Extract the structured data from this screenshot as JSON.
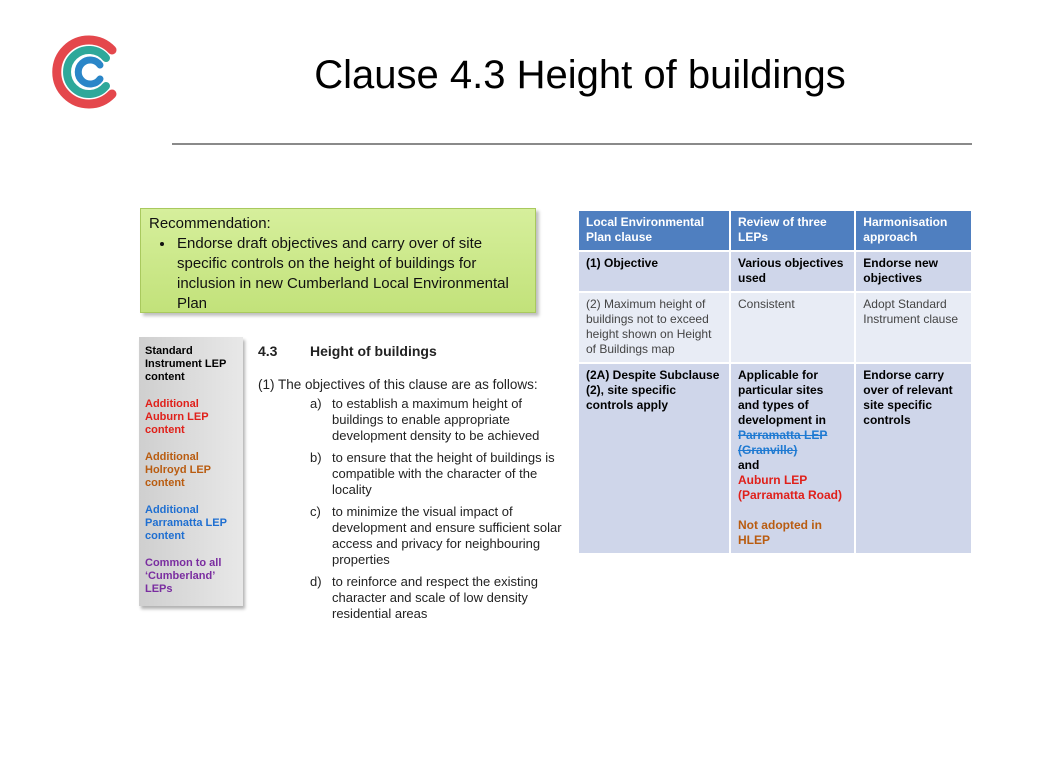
{
  "slide": {
    "title": "Clause 4.3 Height of buildings",
    "logo_colors": [
      "#e4474c",
      "#2ea89a",
      "#2a86c8"
    ]
  },
  "recommendation": {
    "heading": "Recommendation:",
    "bullets": [
      "Endorse draft objectives and carry over of site specific controls on the height of buildings for inclusion in new Cumberland Local Environmental Plan"
    ]
  },
  "legend": {
    "items": [
      {
        "label": "Standard Instrument LEP content",
        "color": "#000000"
      },
      {
        "label": "Additional Auburn LEP content",
        "color": "#e0201a"
      },
      {
        "label": "Additional Holroyd LEP content",
        "color": "#b95c10"
      },
      {
        "label": "Additional Parramatta LEP content",
        "color": "#1f6fd1"
      },
      {
        "label": "Common to all ‘Cumberland’ LEPs",
        "color": "#7a2da0"
      }
    ]
  },
  "clause": {
    "number": "4.3",
    "heading": "Height of buildings",
    "intro": "(1) The objectives of this clause are as follows:",
    "items": [
      {
        "label": "a)",
        "text": "to establish a maximum height of buildings to enable appropriate development density to be achieved"
      },
      {
        "label": "b)",
        "text": "to ensure that the height of buildings is compatible with the character of the locality"
      },
      {
        "label": "c)",
        "text": "to minimize the visual impact of development and ensure sufficient solar access and privacy for neighbouring properties"
      },
      {
        "label": "d)",
        "text": "to reinforce and respect the existing character and scale of low density residential areas"
      }
    ]
  },
  "table": {
    "headers": [
      "Local Environmental Plan clause",
      "Review of three LEPs",
      "Harmonisation approach"
    ],
    "rows": [
      {
        "clause": "(1) Objective",
        "review": "Various objectives used",
        "approach": "Endorse new objectives"
      },
      {
        "clause": "(2) Maximum height of buildings not to exceed height shown on Height of Buildings map",
        "review": "Consistent",
        "approach": "Adopt Standard Instrument clause"
      },
      {
        "clause": "(2A) Despite Subclause (2), site specific controls apply",
        "review_intro": "Applicable for particular sites and types of development in",
        "review_struck": "Parramatta LEP (Granville)",
        "review_and": "and",
        "review_red": "Auburn LEP (Parramatta Road)",
        "review_note": "Not adopted in HLEP",
        "approach": "Endorse carry over of relevant site specific controls"
      }
    ]
  }
}
